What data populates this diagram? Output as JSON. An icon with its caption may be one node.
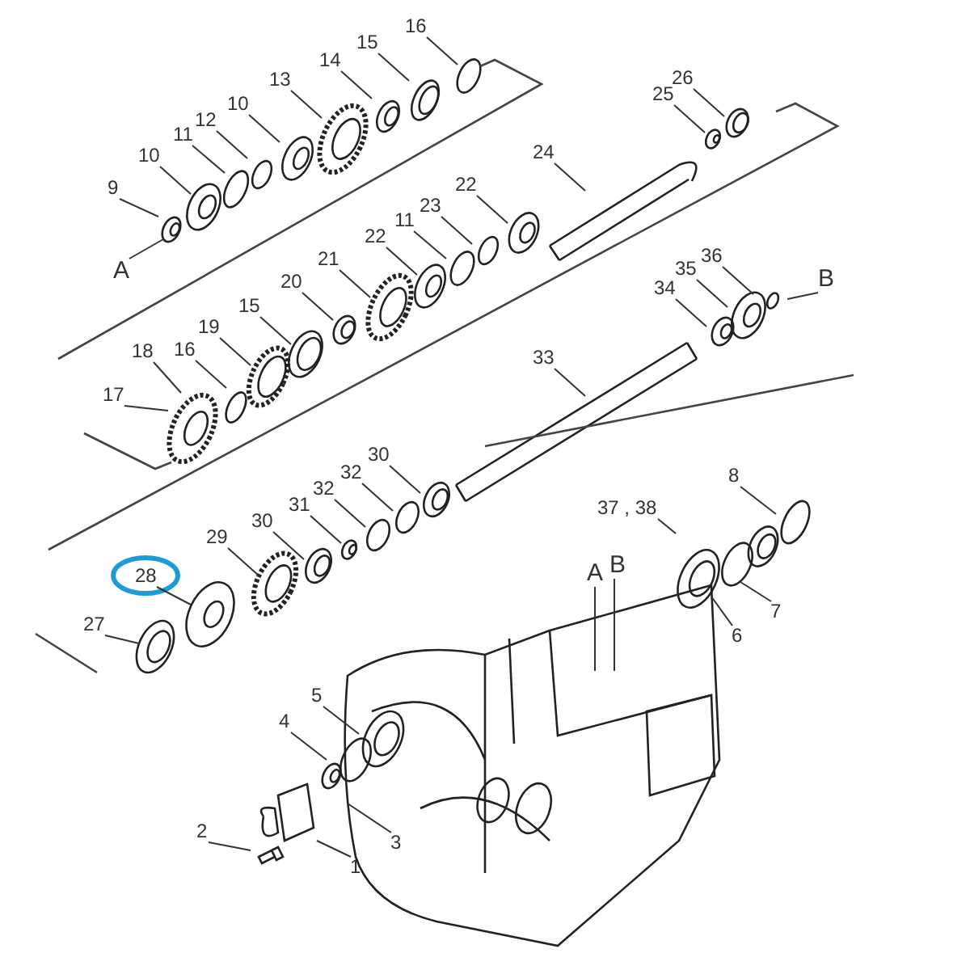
{
  "diagram": {
    "nodes": [
      {
        "text": [
          "16"
        ]
      },
      {
        "text": [
          "15"
        ]
      },
      {
        "text": [
          "14"
        ]
      },
      {
        "text": [
          "13"
        ]
      },
      {
        "text": [
          "10"
        ]
      },
      {
        "text": [
          "12"
        ]
      },
      {
        "text": [
          "11"
        ]
      },
      {
        "text": [
          "10"
        ]
      },
      {
        "text": [
          "9"
        ]
      },
      {
        "text": [
          "A"
        ]
      },
      {
        "text": [
          "26"
        ]
      },
      {
        "text": [
          "25"
        ]
      },
      {
        "text": [
          "24"
        ]
      },
      {
        "text": [
          "22"
        ]
      },
      {
        "text": [
          "23"
        ]
      },
      {
        "text": [
          "11"
        ]
      },
      {
        "text": [
          "22"
        ]
      },
      {
        "text": [
          "21"
        ]
      },
      {
        "text": [
          "20"
        ]
      },
      {
        "text": [
          "15"
        ]
      },
      {
        "text": [
          "19"
        ]
      },
      {
        "text": [
          "16"
        ]
      },
      {
        "text": [
          "18"
        ]
      },
      {
        "text": [
          "17"
        ]
      },
      {
        "text": [
          "36"
        ]
      },
      {
        "text": [
          "35"
        ]
      },
      {
        "text": [
          "B"
        ]
      },
      {
        "text": [
          "34"
        ]
      },
      {
        "text": [
          "33"
        ]
      },
      {
        "text": [
          "30"
        ]
      },
      {
        "text": [
          "32"
        ]
      },
      {
        "text": [
          "32"
        ]
      },
      {
        "text": [
          "31"
        ]
      },
      {
        "text": [
          "30"
        ]
      },
      {
        "text": [
          "29"
        ]
      },
      {
        "text": [
          "28"
        ]
      },
      {
        "text": [
          "27"
        ]
      },
      {
        "text": [
          "37 , 38"
        ]
      },
      {
        "text": [
          "8"
        ]
      },
      {
        "text": [
          "A"
        ]
      },
      {
        "text": [
          "B"
        ]
      },
      {
        "text": [
          "7"
        ]
      },
      {
        "text": [
          "6"
        ]
      },
      {
        "text": [
          "5"
        ]
      },
      {
        "text": [
          "4"
        ]
      },
      {
        "text": [
          "3"
        ]
      },
      {
        "text": [
          "2"
        ]
      },
      {
        "text": [
          "1"
        ]
      }
    ],
    "edges": [
      {
        "from": 0,
        "to": null,
        "arrow": "none"
      },
      {
        "from": 1,
        "to": null,
        "arrow": "none"
      },
      {
        "from": 2,
        "to": null,
        "arrow": "none"
      },
      {
        "from": 3,
        "to": null,
        "arrow": "none"
      },
      {
        "from": 4,
        "to": null,
        "arrow": "none"
      },
      {
        "from": 5,
        "to": null,
        "arrow": "none"
      },
      {
        "from": 6,
        "to": null,
        "arrow": "none"
      },
      {
        "from": 7,
        "to": null,
        "arrow": "none"
      },
      {
        "from": 8,
        "to": null,
        "arrow": "none"
      },
      {
        "from": 9,
        "to": null,
        "arrow": "none"
      },
      {
        "from": 10,
        "to": null,
        "arrow": "none"
      },
      {
        "from": 11,
        "to": null,
        "arrow": "none"
      },
      {
        "from": 12,
        "to": null,
        "arrow": "none"
      },
      {
        "from": 13,
        "to": null,
        "arrow": "none"
      },
      {
        "from": 14,
        "to": null,
        "arrow": "none"
      },
      {
        "from": 15,
        "to": null,
        "arrow": "none"
      },
      {
        "from": 16,
        "to": null,
        "arrow": "none"
      },
      {
        "from": 17,
        "to": null,
        "arrow": "none"
      },
      {
        "from": 18,
        "to": null,
        "arrow": "none"
      },
      {
        "from": 19,
        "to": null,
        "arrow": "none"
      },
      {
        "from": 20,
        "to": null,
        "arrow": "none"
      },
      {
        "from": 21,
        "to": null,
        "arrow": "none"
      },
      {
        "from": 22,
        "to": null,
        "arrow": "none"
      },
      {
        "from": 23,
        "to": null,
        "arrow": "none"
      },
      {
        "from": 24,
        "to": null,
        "arrow": "none"
      },
      {
        "from": 25,
        "to": null,
        "arrow": "none"
      },
      {
        "from": 26,
        "to": null,
        "arrow": "none"
      },
      {
        "from": 27,
        "to": null,
        "arrow": "none"
      },
      {
        "from": 28,
        "to": null,
        "arrow": "none"
      },
      {
        "from": 29,
        "to": null,
        "arrow": "none"
      },
      {
        "from": 30,
        "to": null,
        "arrow": "none"
      },
      {
        "from": 31,
        "to": null,
        "arrow": "none"
      },
      {
        "from": 32,
        "to": null,
        "arrow": "none"
      },
      {
        "from": 33,
        "to": null,
        "arrow": "none"
      },
      {
        "from": 34,
        "to": null,
        "arrow": "none"
      },
      {
        "from": 35,
        "to": null,
        "arrow": "none"
      },
      {
        "from": 36,
        "to": null,
        "arrow": "none"
      },
      {
        "from": 37,
        "to": null,
        "arrow": "none"
      },
      {
        "from": 38,
        "to": null,
        "arrow": "none"
      },
      {
        "from": 39,
        "to": null,
        "arrow": "none"
      },
      {
        "from": 40,
        "to": null,
        "arrow": "none"
      },
      {
        "from": 41,
        "to": null,
        "arrow": "none"
      },
      {
        "from": 42,
        "to": null,
        "arrow": "none"
      },
      {
        "from": 43,
        "to": null,
        "arrow": "none"
      },
      {
        "from": 44,
        "to": null,
        "arrow": "none"
      },
      {
        "from": 45,
        "to": null,
        "arrow": "none"
      },
      {
        "from": 46,
        "to": null,
        "arrow": "none"
      },
      {
        "from": 47,
        "to": null,
        "arrow": "none"
      }
    ]
  }
}
